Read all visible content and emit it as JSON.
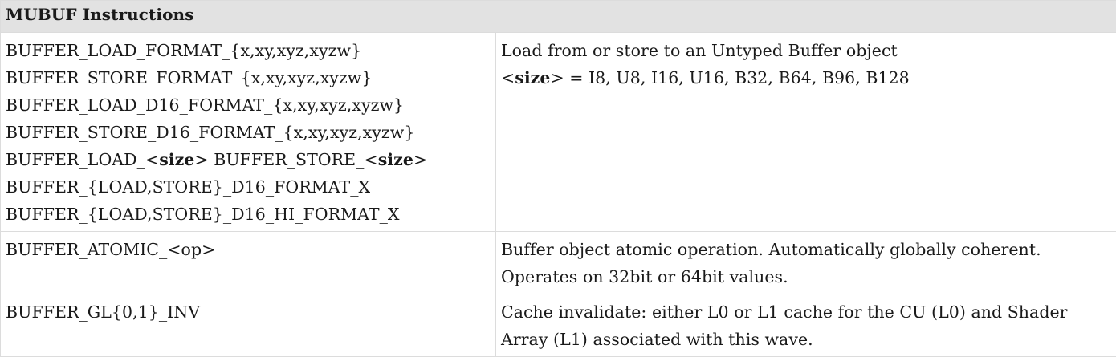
{
  "table": {
    "title": "MUBUF Instructions",
    "rows": [
      {
        "left": [
          "BUFFER_LOAD_FORMAT_{x,xy,xyz,xyzw}",
          "BUFFER_STORE_FORMAT_{x,xy,xyz,xyzw}",
          "BUFFER_LOAD_D16_FORMAT_{x,xy,xyz,xyzw}",
          "BUFFER_STORE_D16_FORMAT_{x,xy,xyz,xyzw}",
          {
            "parts": [
              "BUFFER_LOAD_<",
              "size",
              "> BUFFER_STORE_<",
              "size",
              ">"
            ]
          },
          "BUFFER_{LOAD,STORE}_D16_FORMAT_X",
          "BUFFER_{LOAD,STORE}_D16_HI_FORMAT_X"
        ],
        "right": [
          "Load from or store to an Untyped Buffer object",
          {
            "parts": [
              "<",
              "size",
              "> = I8, U8, I16, U16, B32, B64, B96, B128"
            ]
          }
        ]
      },
      {
        "left": [
          "BUFFER_ATOMIC_<op>"
        ],
        "right": [
          "Buffer object atomic operation. Automatically globally coherent.",
          "Operates on 32bit or 64bit values."
        ]
      },
      {
        "left": [
          "BUFFER_GL{0,1}_INV"
        ],
        "right": [
          "Cache invalidate: either L0 or L1 cache for the CU (L0) and Shader",
          "Array (L1) associated with this wave."
        ]
      }
    ]
  }
}
